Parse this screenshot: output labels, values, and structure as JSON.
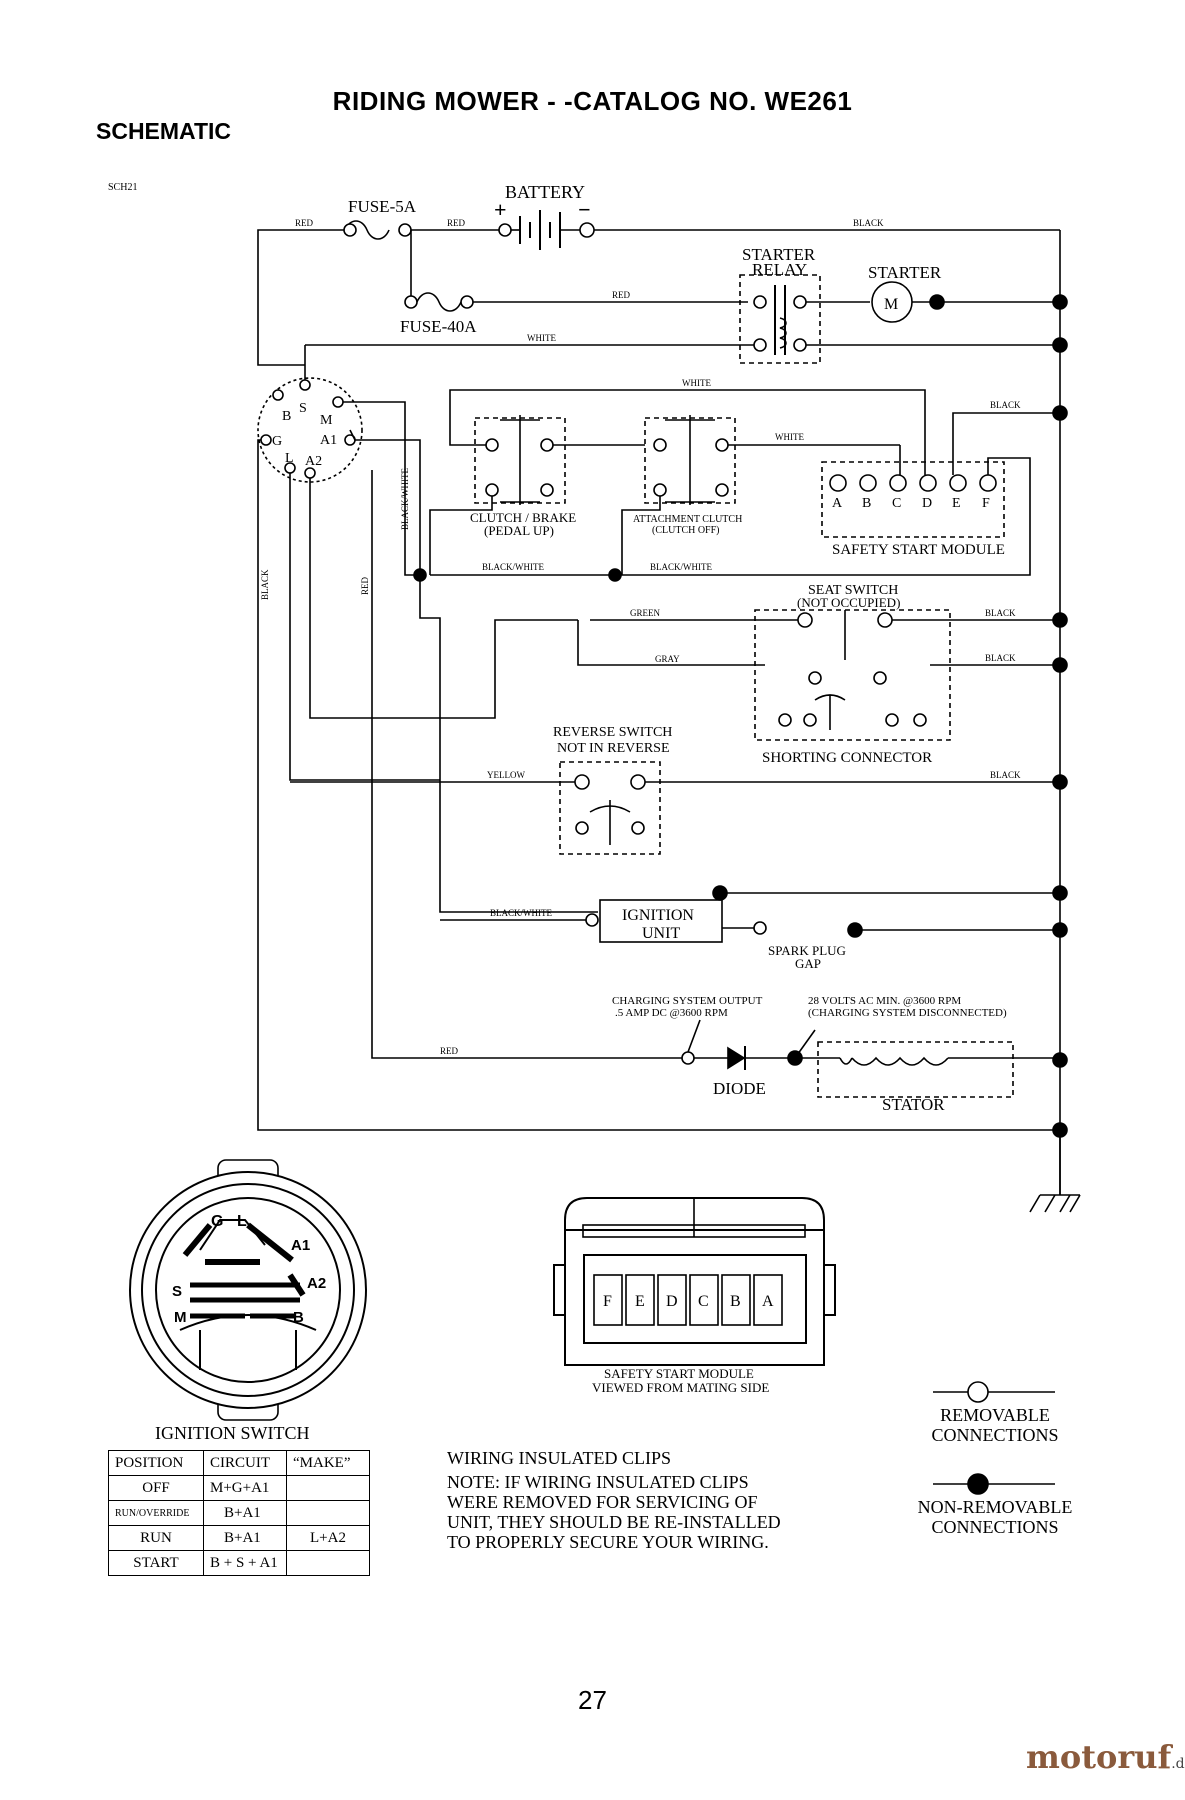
{
  "header": {
    "title": "RIDING MOWER - -CATALOG NO.   WE261",
    "subtitle": "SCHEMATIC",
    "code": "SCH21"
  },
  "components": {
    "fuse_5a": "FUSE-5A",
    "fuse_40a": "FUSE-40A",
    "battery": "BATTERY",
    "plus": "+",
    "minus": "−",
    "starter_relay_1": "STARTER",
    "starter_relay_2": "RELAY",
    "starter": "STARTER",
    "motor": "M",
    "clutch_1": "CLUTCH / BRAKE",
    "clutch_2": "(PEDAL UP)",
    "attach_1": "ATTACHMENT CLUTCH",
    "attach_2": "(CLUTCH OFF)",
    "ssm": "SAFETY START MODULE",
    "seat_1": "SEAT SWITCH",
    "seat_2": "(NOT OCCUPIED)",
    "shorting": "SHORTING CONNECTOR",
    "reverse_1": "REVERSE SWITCH",
    "reverse_2": "NOT IN REVERSE",
    "ignition_1": "IGNITION",
    "ignition_2": "UNIT",
    "spark_1": "SPARK PLUG",
    "spark_2": "GAP",
    "charging_1": "CHARGING SYSTEM OUTPUT",
    "charging_2": ".5 AMP DC @3600 RPM",
    "stator_v_1": "28 VOLTS AC MIN. @3600 RPM",
    "stator_v_2": "(CHARGING SYSTEM DISCONNECTED)",
    "diode": "DIODE",
    "stator": "STATOR",
    "switch_terms": [
      "B",
      "S",
      "M",
      "G",
      "A1",
      "L",
      "A2"
    ],
    "ssm_terms": [
      "A",
      "B",
      "C",
      "D",
      "E",
      "F"
    ],
    "switch_face": [
      "G",
      "L",
      "A1",
      "S",
      "A2",
      "M",
      "B"
    ]
  },
  "wires": {
    "red": "RED",
    "black": "BLACK",
    "white": "WHITE",
    "black_white": "BLACK/WHITE",
    "green": "GREEN",
    "gray": "GRAY",
    "yellow": "YELLOW"
  },
  "connector": {
    "pins": [
      "F",
      "E",
      "D",
      "C",
      "B",
      "A"
    ],
    "caption_1": "SAFETY START MODULE",
    "caption_2": "VIEWED FROM MATING SIDE"
  },
  "ignition_switch": {
    "title": "IGNITION SWITCH",
    "headers": [
      "POSITION",
      "CIRCUIT",
      "“MAKE”"
    ],
    "rows": [
      {
        "position": "OFF",
        "circuit": "M+G+A1",
        "make": ""
      },
      {
        "position": "RUN/OVERRIDE",
        "circuit": "B+A1",
        "make": ""
      },
      {
        "position": "RUN",
        "circuit": "B+A1",
        "make": "L+A2"
      },
      {
        "position": "START",
        "circuit": "B + S + A1",
        "make": ""
      }
    ]
  },
  "notes": {
    "clips_title": "WIRING INSULATED CLIPS",
    "lines": [
      "NOTE:  IF WIRING INSULATED CLIPS",
      "WERE REMOVED FOR SERVICING OF",
      "UNIT, THEY SHOULD BE RE-INSTALLED",
      "TO PROPERLY SECURE YOUR WIRING."
    ]
  },
  "legend": {
    "removable_1": "REMOVABLE",
    "removable_2": "CONNECTIONS",
    "nonremovable_1": "NON-REMOVABLE",
    "nonremovable_2": "CONNECTIONS"
  },
  "footer": {
    "page": "27",
    "watermark": "motoruf",
    "watermark_tld": ".de"
  }
}
